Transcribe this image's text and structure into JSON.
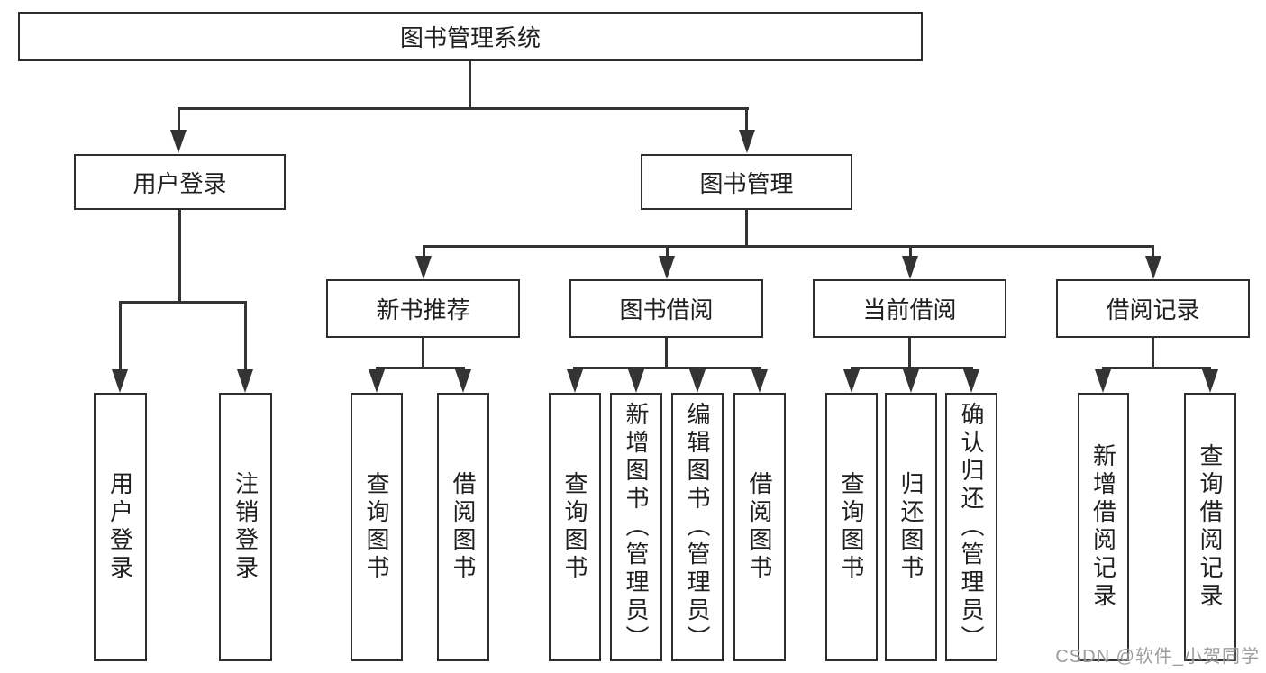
{
  "tree": {
    "root": {
      "label": "图书管理系统",
      "children": [
        {
          "label": "用户登录",
          "children": [
            {
              "label": "用户登录"
            },
            {
              "label": "注销登录"
            }
          ]
        },
        {
          "label": "图书管理",
          "children": [
            {
              "label": "新书推荐",
              "children": [
                {
                  "label": "查询图书"
                },
                {
                  "label": "借阅图书"
                }
              ]
            },
            {
              "label": "图书借阅",
              "children": [
                {
                  "label": "查询图书"
                },
                {
                  "label": "新增图书（管理员）"
                },
                {
                  "label": "编辑图书（管理员）"
                },
                {
                  "label": "借阅图书"
                }
              ]
            },
            {
              "label": "当前借阅",
              "children": [
                {
                  "label": "查询图书"
                },
                {
                  "label": "归还图书"
                },
                {
                  "label": "确认归还（管理员）"
                }
              ]
            },
            {
              "label": "借阅记录",
              "children": [
                {
                  "label": "新增借阅记录"
                },
                {
                  "label": "查询借阅记录"
                }
              ]
            }
          ]
        }
      ]
    }
  },
  "watermark": {
    "text": "CSDN @软件_小贺同学"
  },
  "colors": {
    "line": "#333333",
    "box_border": "#2e2e2e",
    "text": "#1f1f1f",
    "watermark": "#949494",
    "background": "#ffffff"
  }
}
